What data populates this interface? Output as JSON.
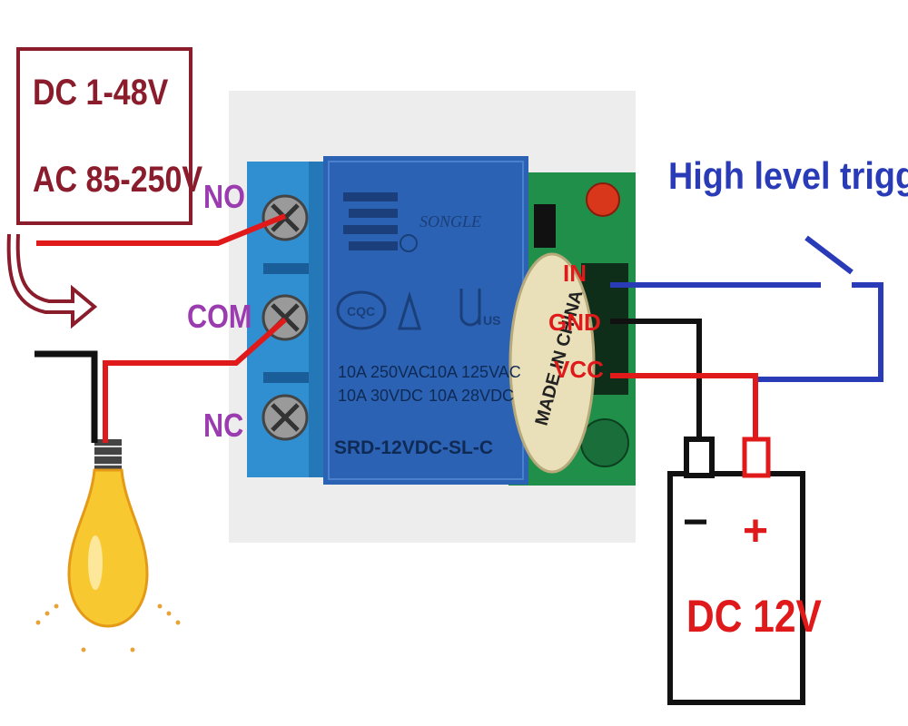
{
  "supply": {
    "dc_range": "DC 1-48V",
    "ac_range": "AC 85-250V"
  },
  "terminals": {
    "no": "NO",
    "com": "COM",
    "nc": "NC"
  },
  "trigger_label": "High level trigger",
  "pins": {
    "in": "IN",
    "gnd": "GND",
    "vcc": "VCC"
  },
  "relay": {
    "brand": "SONGLE",
    "ratings": [
      "10A 250VAC",
      "10A 125VAC",
      "10A 30VDC",
      "10A 28VDC"
    ],
    "model": "SRD-12VDC-SL-C",
    "cert_cqc": "CQC",
    "cert_us": "US",
    "made_in": "MADE IN CHINA"
  },
  "battery": {
    "minus": "−",
    "plus": "+",
    "label": "DC 12V"
  },
  "colors": {
    "supply": "#8a1c2c",
    "terminal_text": "#9a3cb0",
    "trigger_text": "#2a3bb8",
    "wire_red": "#e01a1a",
    "wire_blue": "#2a3bb8",
    "wire_black": "#111111",
    "relay_blue": "#2c62b3",
    "terminal_block": "#2f8fd0",
    "pcb": "#1f8f4a"
  }
}
